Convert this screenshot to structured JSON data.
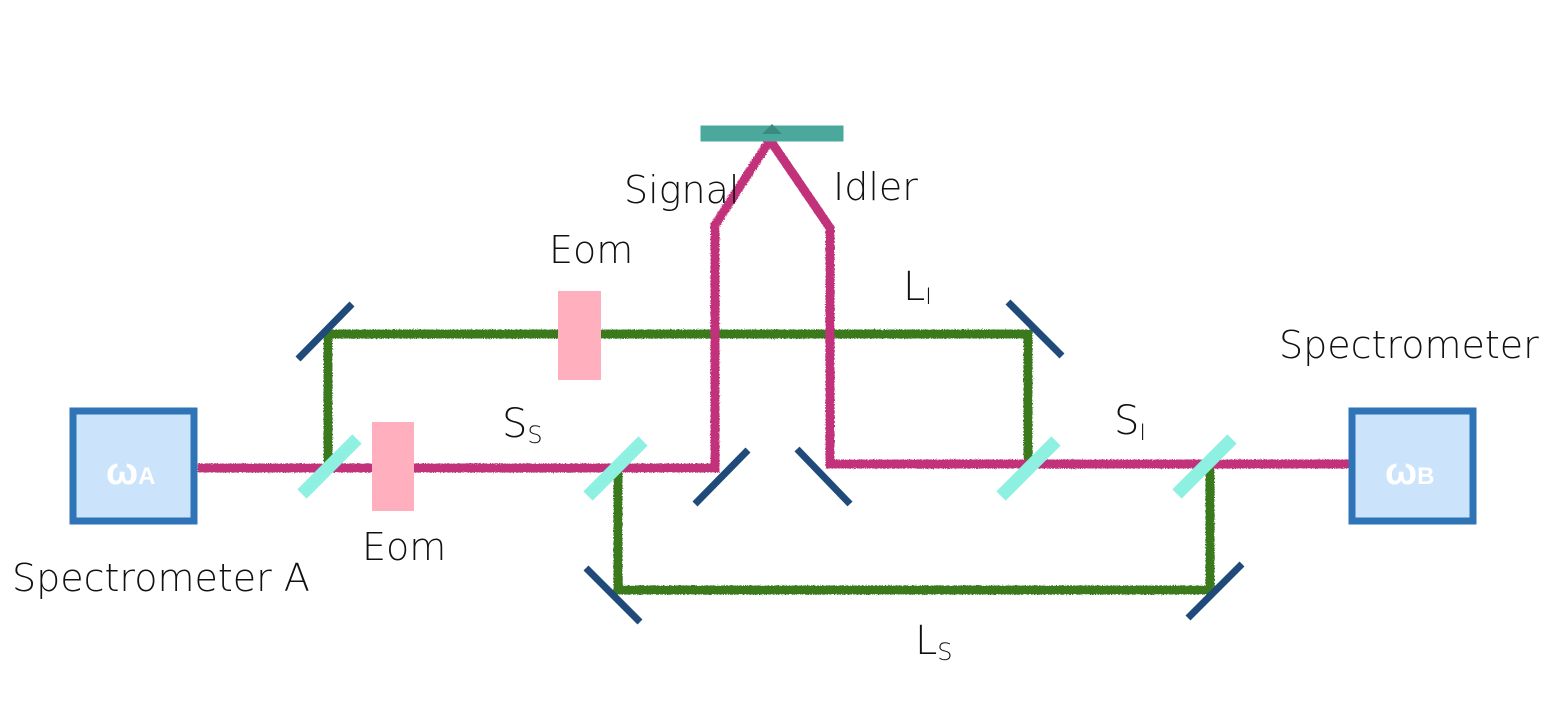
{
  "labels": {
    "signal": "Signal",
    "idler": "Idler",
    "eom_top": "Eom",
    "eom_bottom": "Eom",
    "l_i_main": "L",
    "l_i_sub": "I",
    "s_s_main": "S",
    "s_s_sub": "S",
    "s_i_main": "S",
    "s_i_sub": "I",
    "l_s_main": "L",
    "l_s_sub": "S",
    "spectrometer_a": "Spectrometer A",
    "spectrometer_b": "Spectrometer B"
  },
  "spectrometers": {
    "a": {
      "symbol": "ω",
      "sub": "A"
    },
    "b": {
      "symbol": "ω",
      "sub": "B"
    }
  },
  "colors": {
    "pump": "#5a3fc4",
    "photon_path": "#c2337a",
    "interferometer_path": "#3a7a1f",
    "crystal": "#4aa89c",
    "mirror": "#1f4a7a",
    "beam_splitter": "#8ef0e0",
    "eom": "#ffafbd",
    "spectrometer_fill": "#cce4fb",
    "spectrometer_border": "#2f74b7"
  }
}
